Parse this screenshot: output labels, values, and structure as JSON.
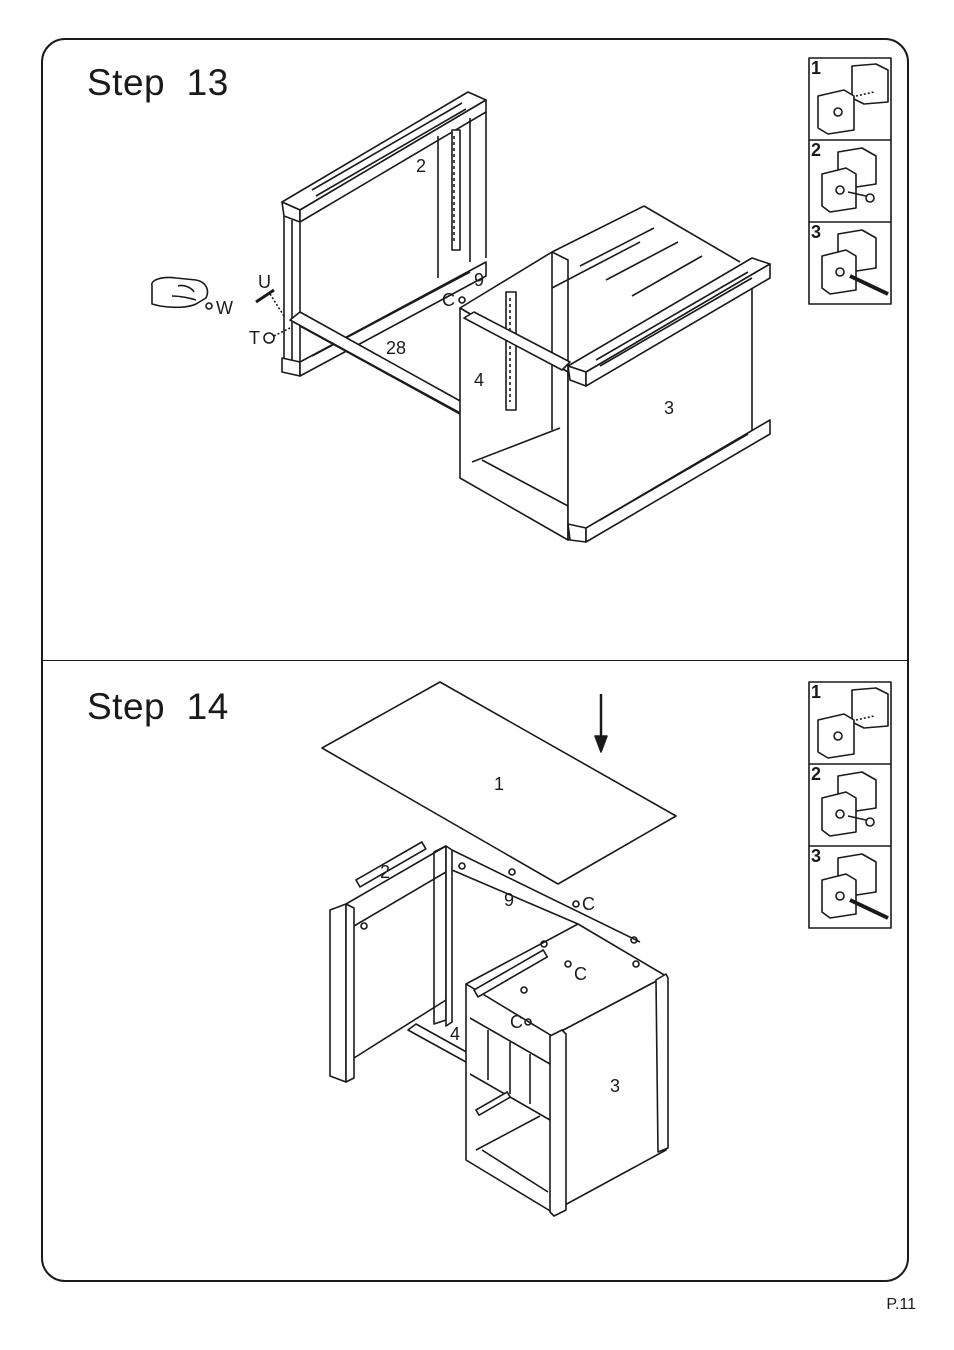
{
  "steps": [
    {
      "title": "Step  13",
      "labels": {
        "panel_2": "2",
        "label_9": "9",
        "label_C": "C",
        "label_U": "U",
        "label_W": "W",
        "label_T": "T",
        "label_28": "28",
        "label_4": "4",
        "label_3": "3"
      },
      "detail_numbers": [
        "1",
        "2",
        "3"
      ]
    },
    {
      "title": "Step  14",
      "labels": {
        "label_1": "1",
        "label_2": "2",
        "label_9": "9",
        "label_C1": "C",
        "label_C2": "C",
        "label_C3": "C",
        "label_4": "4",
        "label_3": "3"
      },
      "detail_numbers": [
        "1",
        "2",
        "3"
      ]
    }
  ],
  "page_number": "P.11"
}
